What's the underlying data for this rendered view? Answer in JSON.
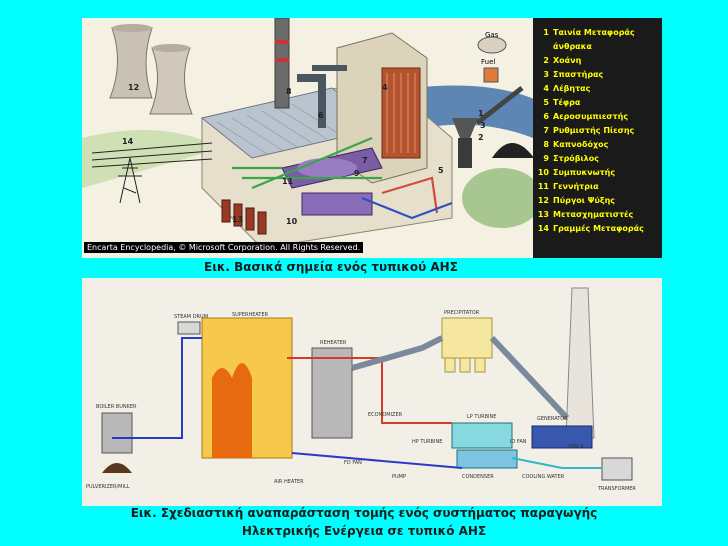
{
  "top_figure": {
    "copyright": "Encarta Encyclopedia, © Microsoft Corporation. All Rights Reserved.",
    "labels": {
      "gas": "Gas",
      "fuel": "Fuel"
    },
    "diagram_numbers": [
      "1",
      "2",
      "3",
      "4",
      "5",
      "6",
      "7",
      "8",
      "9",
      "10",
      "11",
      "12",
      "13",
      "14"
    ],
    "legend": [
      {
        "n": "1",
        "text": "Ταινία Μεταφοράς"
      },
      {
        "n": "",
        "text": "άνθρακα"
      },
      {
        "n": "2",
        "text": "Χοάνη"
      },
      {
        "n": "3",
        "text": "Σπαστήρας"
      },
      {
        "n": "4",
        "text": "Λέβητας"
      },
      {
        "n": "5",
        "text": "Τέφρα"
      },
      {
        "n": "6",
        "text": "Αεροσυμπιεστής"
      },
      {
        "n": "7",
        "text": "Ρυθμιστής Πίεσης"
      },
      {
        "n": "8",
        "text": "Καπνοδόχος"
      },
      {
        "n": "9",
        "text": "Στρόβιλος"
      },
      {
        "n": "10",
        "text": "Συμπυκνωτής"
      },
      {
        "n": "11",
        "text": "Γεννήτρια"
      },
      {
        "n": "12",
        "text": "Πύργοι Ψύξης"
      },
      {
        "n": "13",
        "text": "Μετασχηματιστές"
      },
      {
        "n": "14",
        "text": "Γραμμές Μεταφοράς"
      }
    ]
  },
  "caption_top": "Εικ. Βασικά σημεία ενός τυπικού ΑΗΣ",
  "bottom_figure": {
    "labels": {
      "steam_drum": "STEAM DRUM",
      "superheater": "SUPERHEATER",
      "reheater": "REHEATER",
      "economizer": "ECONOMIZER",
      "precipitator": "PRECIPITATOR",
      "id_fan": "ID FAN",
      "stack": "STACK",
      "boiler_bunker": "BOILER BUNKER",
      "pulverizer_mill": "PULVERIZER/MILL",
      "air_heater": "AIR HEATER",
      "fd_fan": "FD FAN",
      "lp_turbine": "LP TURBINE",
      "hp_turbine": "HP TURBINE",
      "generator": "GENERATOR",
      "condenser": "CONDENSER",
      "cooling_water": "COOLING WATER",
      "pump": "PUMP",
      "transformer": "TRANSFORMER"
    }
  },
  "caption_bottom_line1": "Εικ. Σχεδιαστική αναπαράσταση τομής ενός συστήματος παραγωγής",
  "caption_bottom_line2": "Ηλεκτρικής Ενέργεια σε τυπικό ΑΗΣ"
}
